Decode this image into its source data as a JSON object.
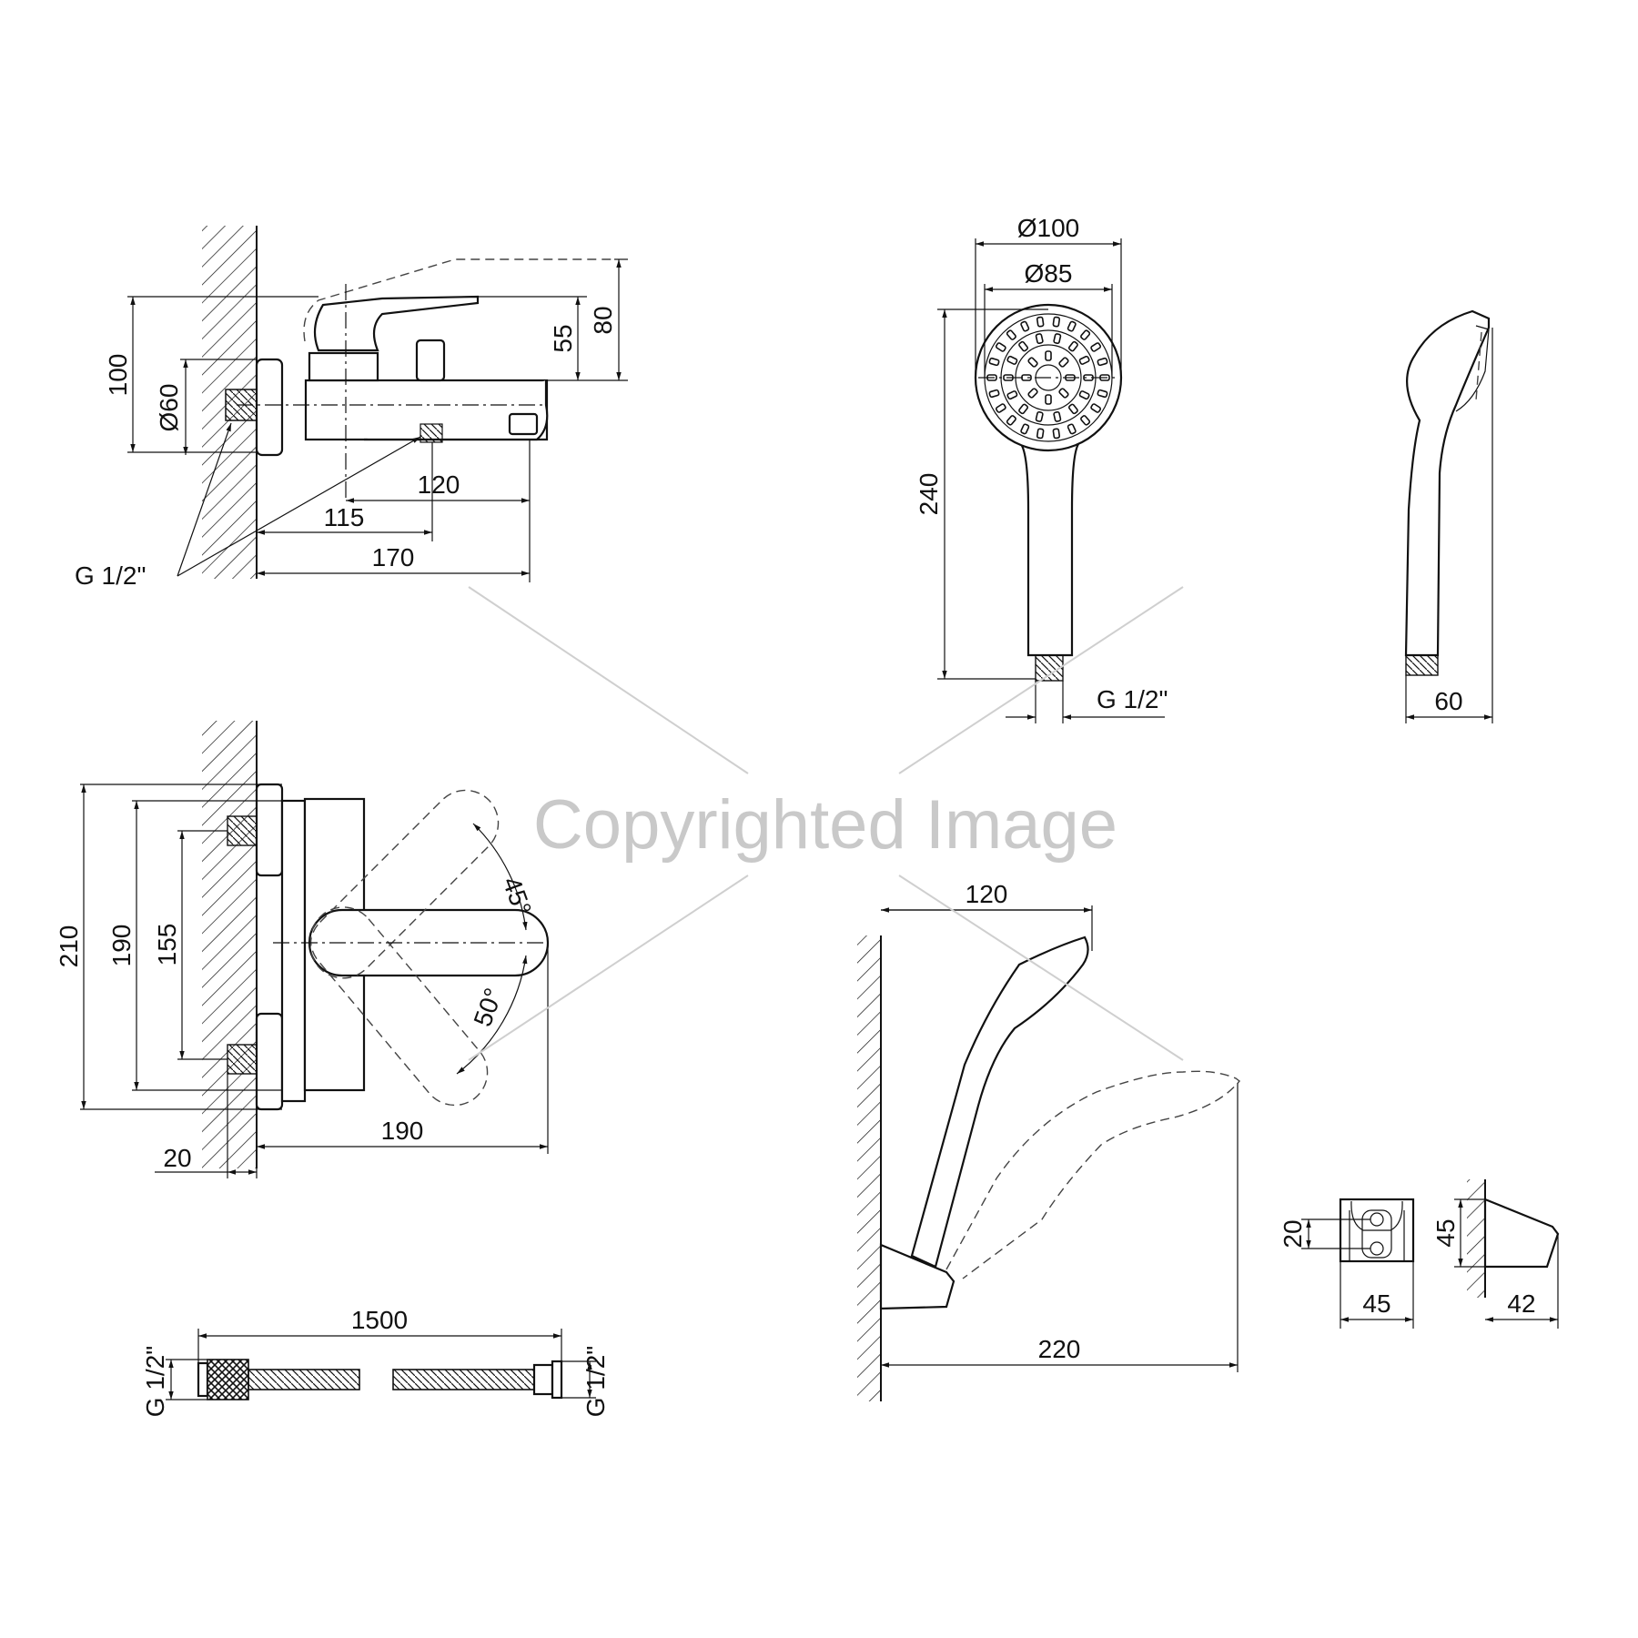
{
  "watermark": "Copyrighted Image",
  "labels": {
    "faucet_side": {
      "h100": "100",
      "h80": "80",
      "h55": "55",
      "d60": "Ø60",
      "w120": "120",
      "w115": "115",
      "w170": "170",
      "thread": "G 1/2\""
    },
    "faucet_front": {
      "h210": "210",
      "h190": "190",
      "h155": "155",
      "a45": "45°",
      "a50": "50°",
      "w190": "190",
      "w20": "20"
    },
    "hose": {
      "len": "1500",
      "left": "G 1/2\"",
      "right": "G 1/2\""
    },
    "shower_front": {
      "d100": "Ø100",
      "d85": "Ø85",
      "h240": "240",
      "thread": "G 1/2\""
    },
    "shower_side": {
      "w60": "60"
    },
    "shower_install": {
      "w120": "120",
      "w220": "220"
    },
    "holder_front": {
      "h20": "20",
      "w45": "45"
    },
    "holder_side": {
      "h45": "45",
      "w42": "42"
    }
  }
}
